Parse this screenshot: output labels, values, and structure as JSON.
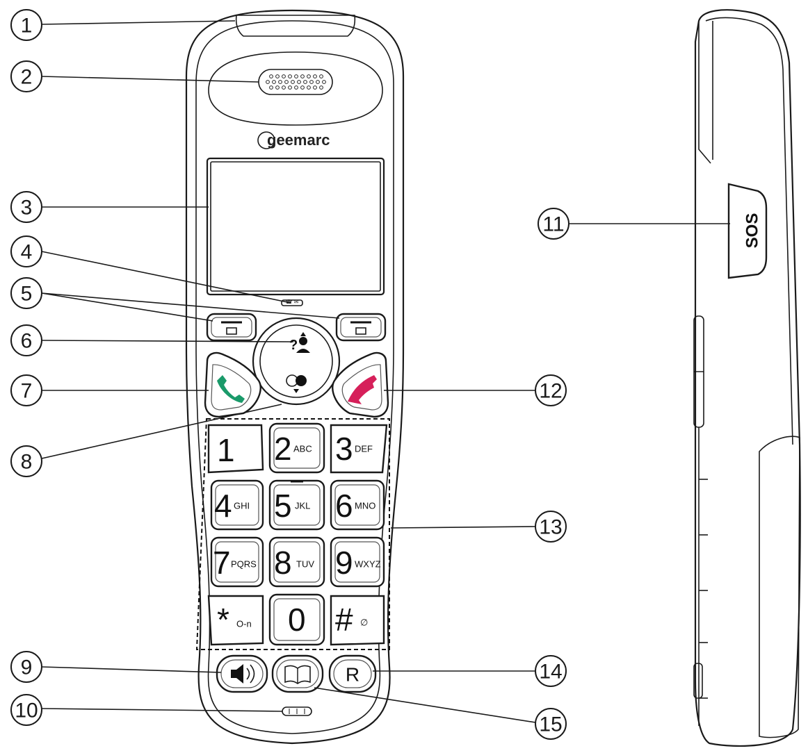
{
  "callouts": [
    {
      "id": "1",
      "label": "1"
    },
    {
      "id": "2",
      "label": "2"
    },
    {
      "id": "3",
      "label": "3"
    },
    {
      "id": "4",
      "label": "4"
    },
    {
      "id": "5",
      "label": "5"
    },
    {
      "id": "6",
      "label": "6"
    },
    {
      "id": "7",
      "label": "7"
    },
    {
      "id": "8",
      "label": "8"
    },
    {
      "id": "9",
      "label": "9"
    },
    {
      "id": "10",
      "label": "10"
    },
    {
      "id": "11",
      "label": "11"
    },
    {
      "id": "12",
      "label": "12"
    },
    {
      "id": "13",
      "label": "13"
    },
    {
      "id": "14",
      "label": "14"
    },
    {
      "id": "15",
      "label": "15"
    }
  ],
  "brand": "geemarc",
  "side_button": "SOS",
  "keypad": [
    {
      "digit": "1",
      "letters": ""
    },
    {
      "digit": "2",
      "letters": "ABC"
    },
    {
      "digit": "3",
      "letters": "DEF"
    },
    {
      "digit": "4",
      "letters": "GHI"
    },
    {
      "digit": "5",
      "letters": "JKL"
    },
    {
      "digit": "6",
      "letters": "MNO"
    },
    {
      "digit": "7",
      "letters": "PQRS"
    },
    {
      "digit": "8",
      "letters": "TUV"
    },
    {
      "digit": "9",
      "letters": "WXYZ"
    },
    {
      "digit": "*",
      "letters": "O-n"
    },
    {
      "digit": "0",
      "letters": ""
    },
    {
      "digit": "#",
      "letters": "∅"
    }
  ],
  "bottom_buttons": {
    "speaker": "speaker-icon",
    "phonebook": "phonebook-icon",
    "recall": "R"
  },
  "colors": {
    "call_green": "#1a9a6a",
    "end_red": "#d6205a",
    "line": "#1a1a1a"
  }
}
